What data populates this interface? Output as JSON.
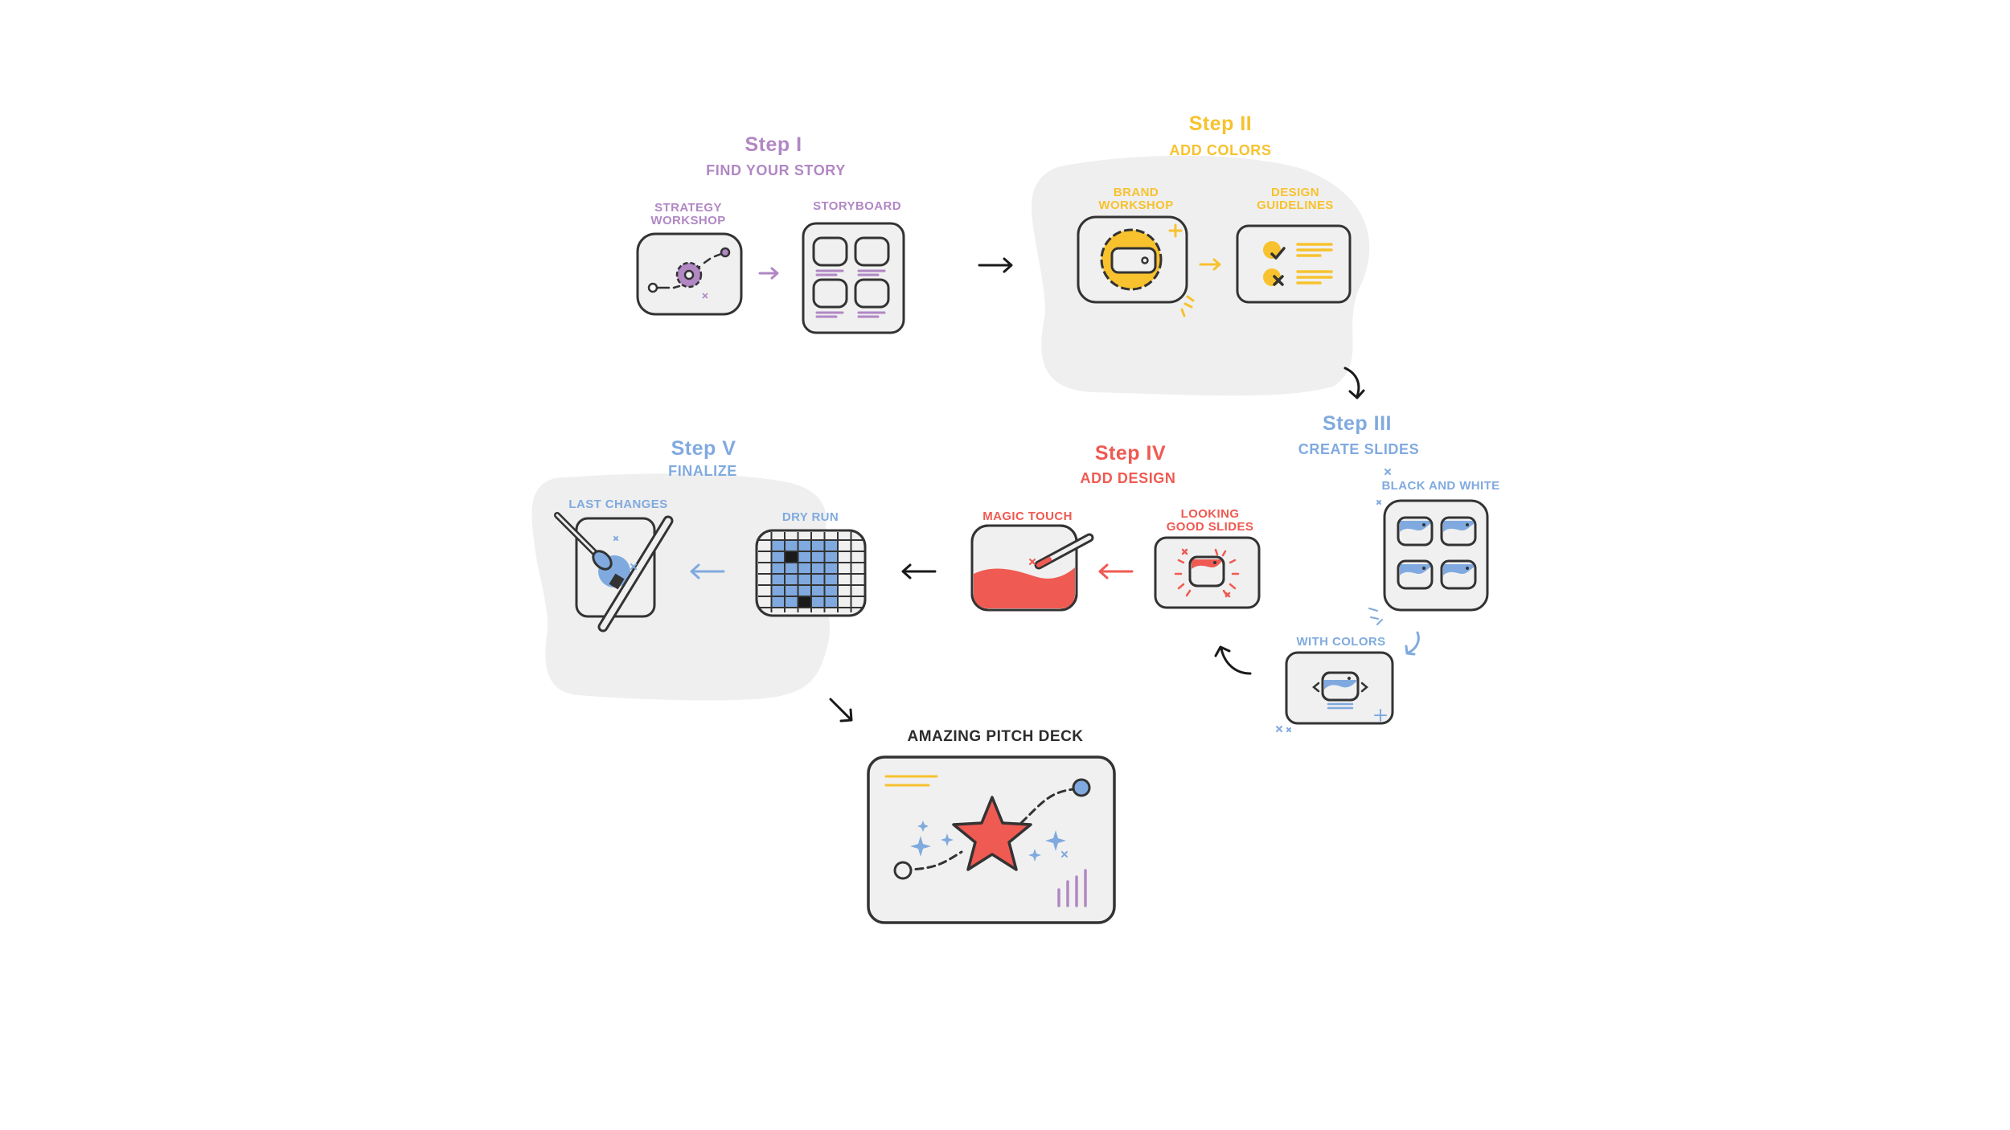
{
  "colors": {
    "outline": "#333333",
    "blob": "#efefef",
    "card": "#f0f0f0",
    "purple": "#b187c4",
    "yellow": "#f7c22e",
    "blue": "#80aadf",
    "red": "#ef5a52",
    "dark": "#1a1a1a"
  },
  "steps": {
    "step1": {
      "title": "Step I",
      "subtitle": "FIND YOUR STORY"
    },
    "step2": {
      "title": "Step II",
      "subtitle": "ADD COLORS"
    },
    "step3": {
      "title": "Step III",
      "subtitle": "CREATE SLIDES"
    },
    "step4": {
      "title": "Step IV",
      "subtitle": "ADD DESIGN"
    },
    "step5": {
      "title": "Step V",
      "subtitle": "FINALIZE"
    }
  },
  "cards": {
    "strategy_workshop": {
      "label": "STRATEGY\nWORKSHOP",
      "icon": "gear-path-icon"
    },
    "storyboard": {
      "label": "STORYBOARD",
      "icon": "storyboard-grid-icon"
    },
    "brand_workshop": {
      "label": "BRAND\nWORKSHOP",
      "icon": "gear-tag-icon"
    },
    "design_guidelines": {
      "label": "DESIGN\nGUIDELINES",
      "icon": "checklist-icon"
    },
    "black_and_white": {
      "label": "BLACK AND WHITE",
      "icon": "image-grid-icon"
    },
    "with_colors": {
      "label": "WITH COLORS",
      "icon": "image-slide-icon"
    },
    "looking_good_slides": {
      "label": "LOOKING\nGOOD SLIDES",
      "icon": "sparkle-image-icon"
    },
    "magic_touch": {
      "label": "MAGIC TOUCH",
      "icon": "magic-wand-icon"
    },
    "dry_run": {
      "label": "DRY RUN",
      "icon": "calendar-grid-icon"
    },
    "last_changes": {
      "label": "LAST CHANGES",
      "icon": "brush-pen-icon"
    }
  },
  "final": {
    "label": "AMAZING PITCH DECK",
    "icon": "star-icon"
  }
}
